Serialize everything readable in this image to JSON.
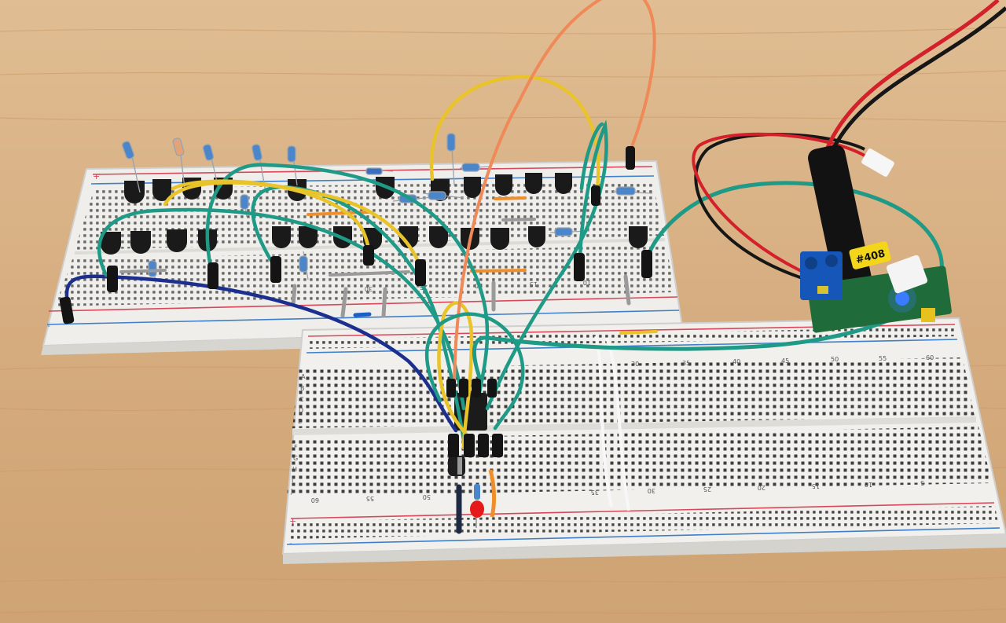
{
  "scene": {
    "type": "photo",
    "subject": "breadboard-circuit",
    "colors": {
      "table": "#d9b48a",
      "board": "#f1f0ec",
      "rail_red": "#d8475a",
      "rail_blue": "#3f7fc9",
      "wire_teal": "#1f9a86",
      "wire_yellow": "#e8c329",
      "wire_orange": "#ef8a58",
      "wire_blue": "#1c2f8f",
      "wire_red": "#d4202a",
      "wire_black": "#161616",
      "led_red": "#e51b1b",
      "led_blue": "#3a7bff",
      "terminal_blue": "#1656b8",
      "pcb_green": "#1f6b3a"
    }
  },
  "labels": {
    "module_tag": "#408",
    "row_letters_top": [
      "A",
      "B",
      "C",
      "D",
      "E"
    ],
    "row_letters_bottom": [
      "F",
      "G",
      "H",
      "I",
      "J"
    ],
    "col_numbers_top": [
      "30",
      "35",
      "40",
      "45",
      "50",
      "55",
      "60"
    ],
    "col_numbers_bottom": [
      "60",
      "55",
      "50",
      "35",
      "30",
      "25",
      "20",
      "15",
      "10",
      "5"
    ],
    "col_numbers_small_board": [
      "30",
      "25",
      "20",
      "15",
      "10"
    ],
    "rail_plus": "+",
    "rail_minus": "-"
  }
}
